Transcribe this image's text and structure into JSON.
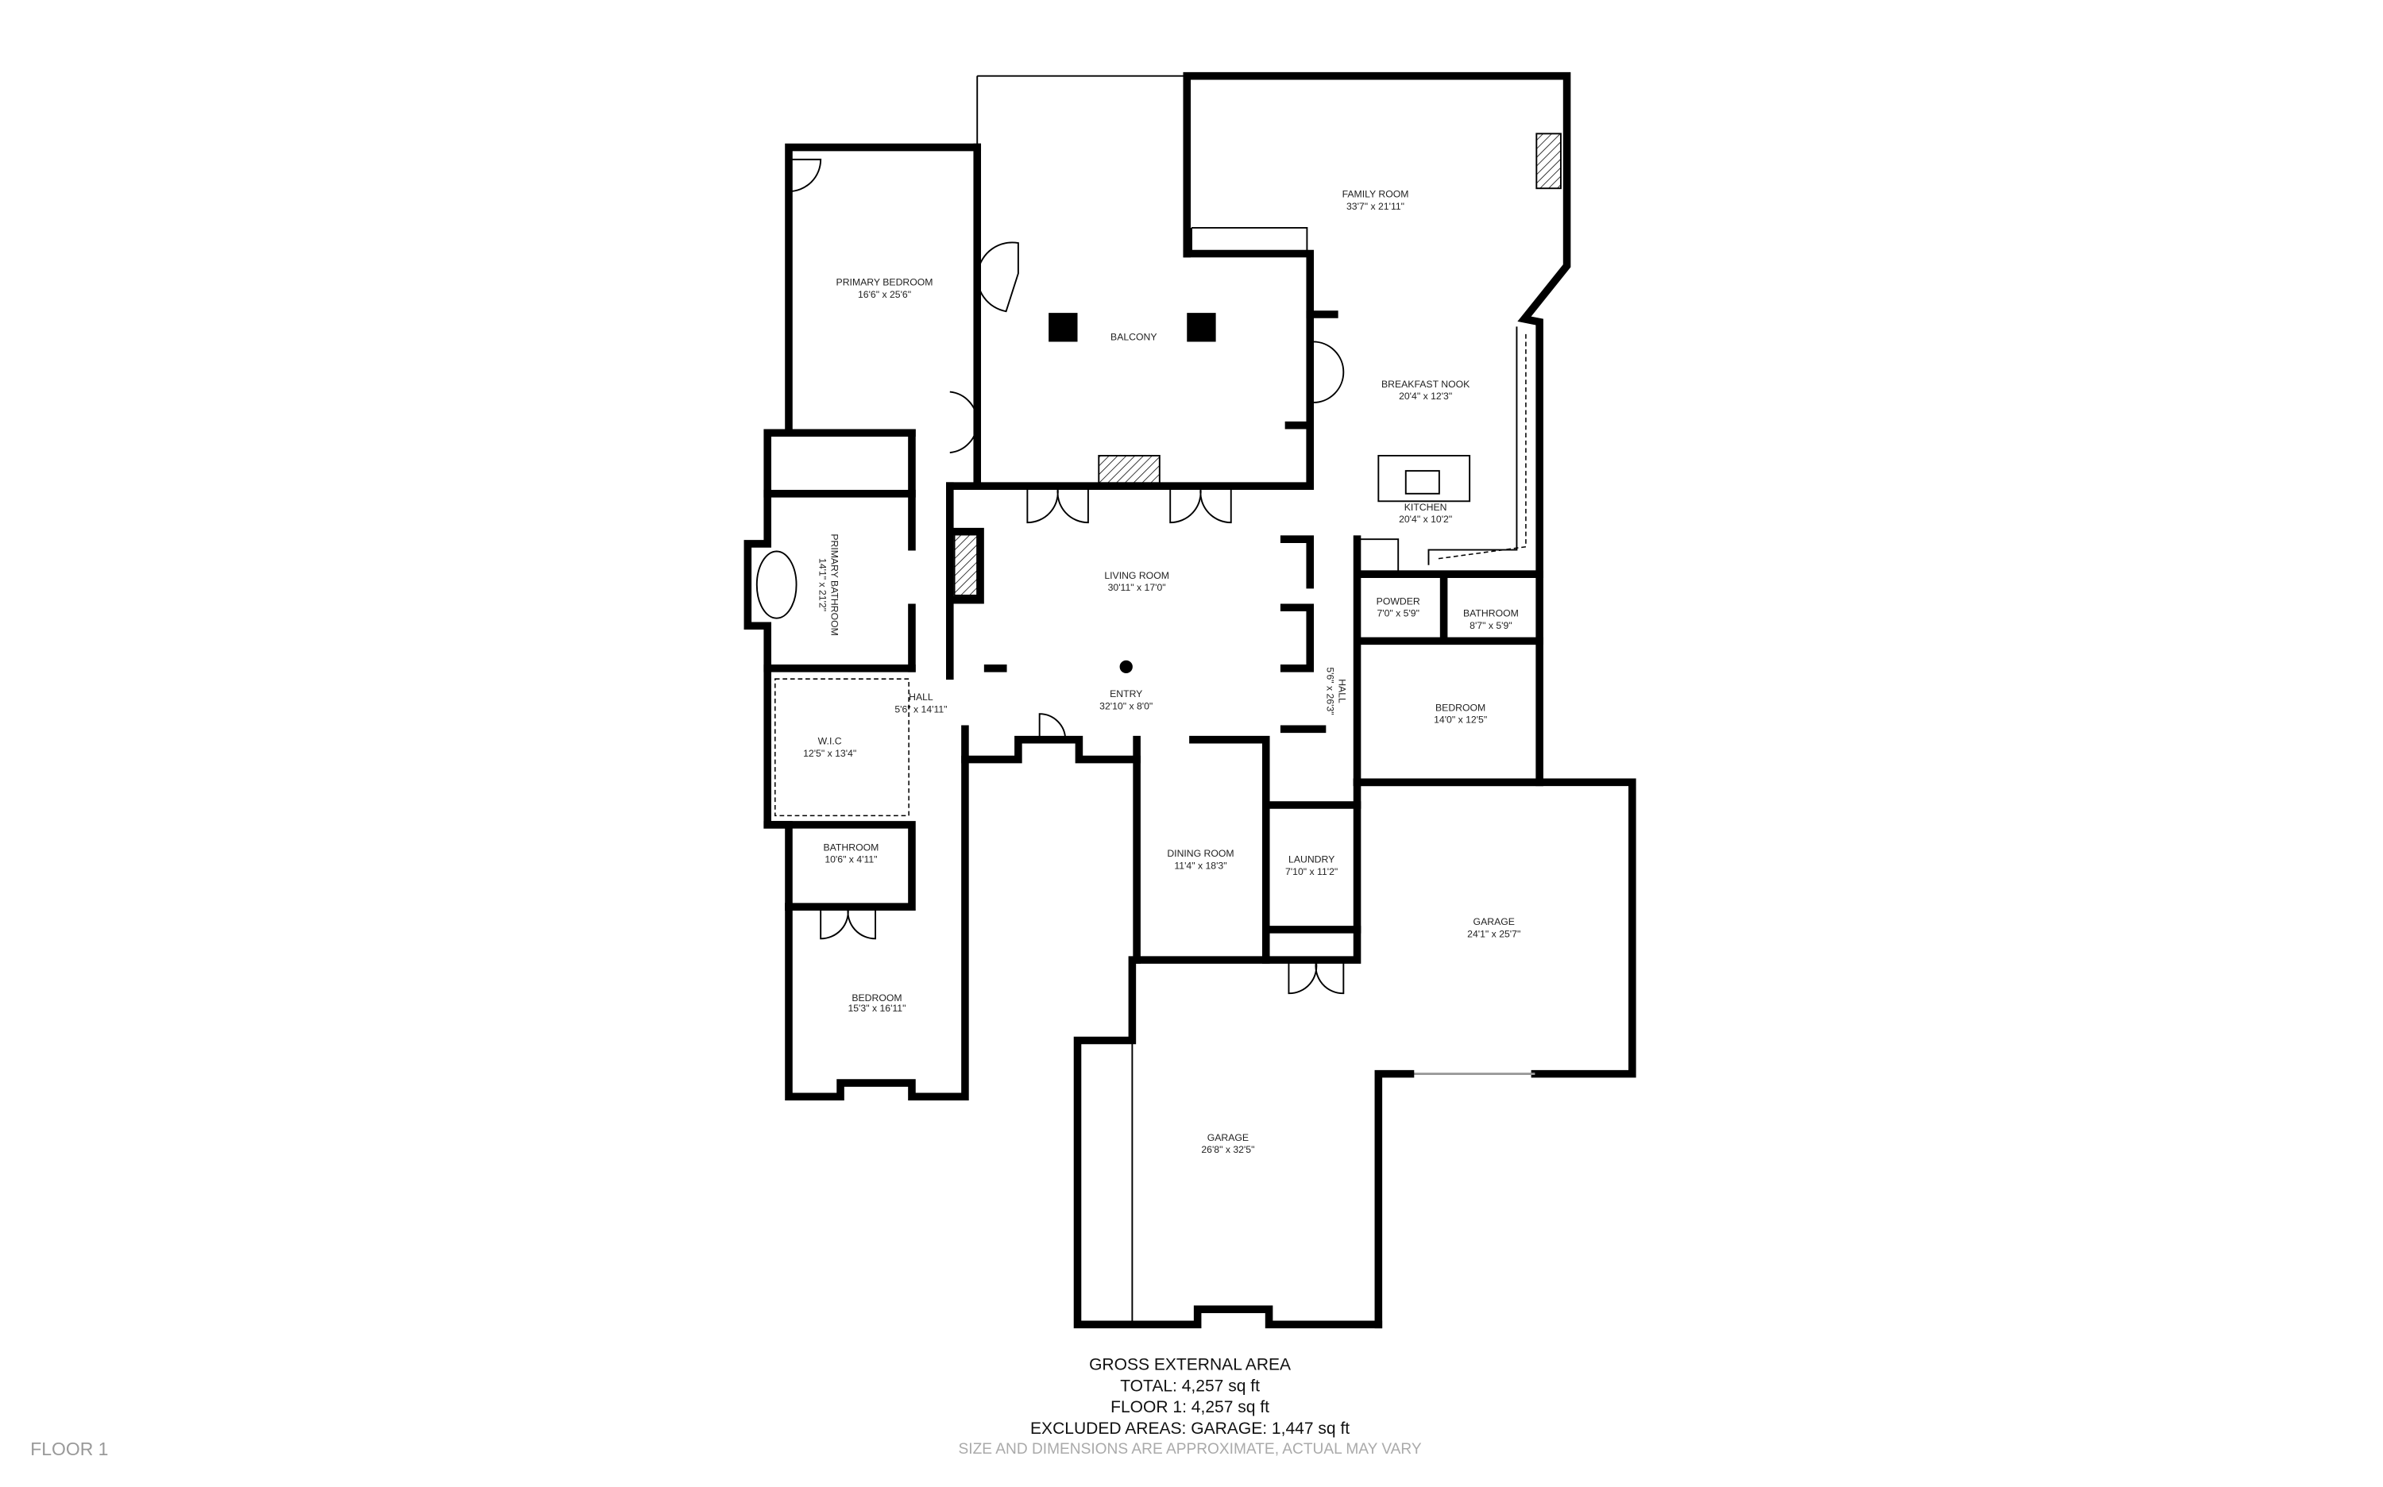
{
  "floor_label": "FLOOR 1",
  "rooms": [
    {
      "name": "FAMILY ROOM",
      "dims": "33'7\" x 21'11\""
    },
    {
      "name": "PRIMARY BEDROOM",
      "dims": "16'6\" x 25'6\""
    },
    {
      "name": "BALCONY",
      "dims": ""
    },
    {
      "name": "BREAKFAST NOOK",
      "dims": "20'4\" x 12'3\""
    },
    {
      "name": "KITCHEN",
      "dims": "20'4\" x 10'2\""
    },
    {
      "name": "LIVING ROOM",
      "dims": "30'11\" x 17'0\""
    },
    {
      "name": "PRIMARY BATHROOM",
      "dims": "14'1\" x 21'2\""
    },
    {
      "name": "POWDER",
      "dims": "7'0\" x 5'9\""
    },
    {
      "name": "BATHROOM",
      "dims": "8'7\" x 5'9\""
    },
    {
      "name": "HALL",
      "dims": "5'6\" x 14'11\""
    },
    {
      "name": "ENTRY",
      "dims": "32'10\" x 8'0\""
    },
    {
      "name": "HALL",
      "dims": "5'6\" x 26'3\""
    },
    {
      "name": "W.I.C",
      "dims": "12'5\" x 13'4\""
    },
    {
      "name": "BEDROOM",
      "dims": "14'0\" x 12'5\""
    },
    {
      "name": "BATHROOM",
      "dims": "10'6\" x 4'11\""
    },
    {
      "name": "DINING ROOM",
      "dims": "11'4\" x 18'3\""
    },
    {
      "name": "LAUNDRY",
      "dims": "7'10\" x 11'2\""
    },
    {
      "name": "GARAGE",
      "dims": "24'1\" x 25'7\""
    },
    {
      "name": "BEDROOM",
      "dims": "15'3\" x 16'11\""
    },
    {
      "name": "GARAGE",
      "dims": "26'8\" x 32'5\""
    }
  ],
  "summary": {
    "title": "GROSS EXTERNAL AREA",
    "total": "TOTAL: 4,257 sq ft",
    "floor1": "FLOOR 1: 4,257 sq ft",
    "excluded": "EXCLUDED AREAS: GARAGE: 1,447 sq ft",
    "disclaimer": "SIZE AND DIMENSIONS ARE APPROXIMATE, ACTUAL MAY VARY"
  }
}
